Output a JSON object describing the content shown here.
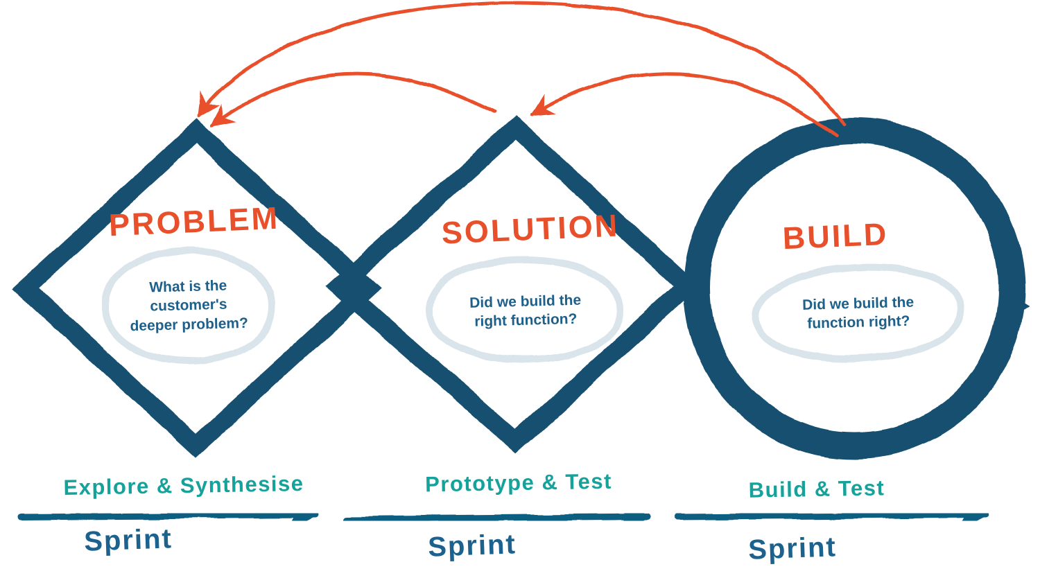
{
  "colors": {
    "navy": "#17506F",
    "orange": "#E8502B",
    "teal": "#16A29B",
    "blue": "#1C628E",
    "blue_dark": "#0E5E81",
    "cloud": "#D9E4EB",
    "cloud_text": "#1E6089"
  },
  "stages": [
    {
      "title": "PROBLEM",
      "question": "What is the\ncustomer's\ndeeper problem?"
    },
    {
      "title": "SOLUTION",
      "question": "Did we build the\nright function?"
    },
    {
      "title": "BUILD",
      "question": "Did we build the\nfunction right?"
    }
  ],
  "phases": [
    {
      "label": "Explore & Synthesise",
      "sprint": "Sprint"
    },
    {
      "label": "Prototype & Test",
      "sprint": "Sprint"
    },
    {
      "label": "Build & Test",
      "sprint": "Sprint"
    }
  ],
  "icons": {
    "loop_arrow_build_to_problem": "curved-arrow-left",
    "loop_arrow_build_to_solution": "curved-arrow-left",
    "loop_arrow_solution_to_problem": "curved-arrow-left",
    "sprint_arrow": "arrow-right"
  }
}
